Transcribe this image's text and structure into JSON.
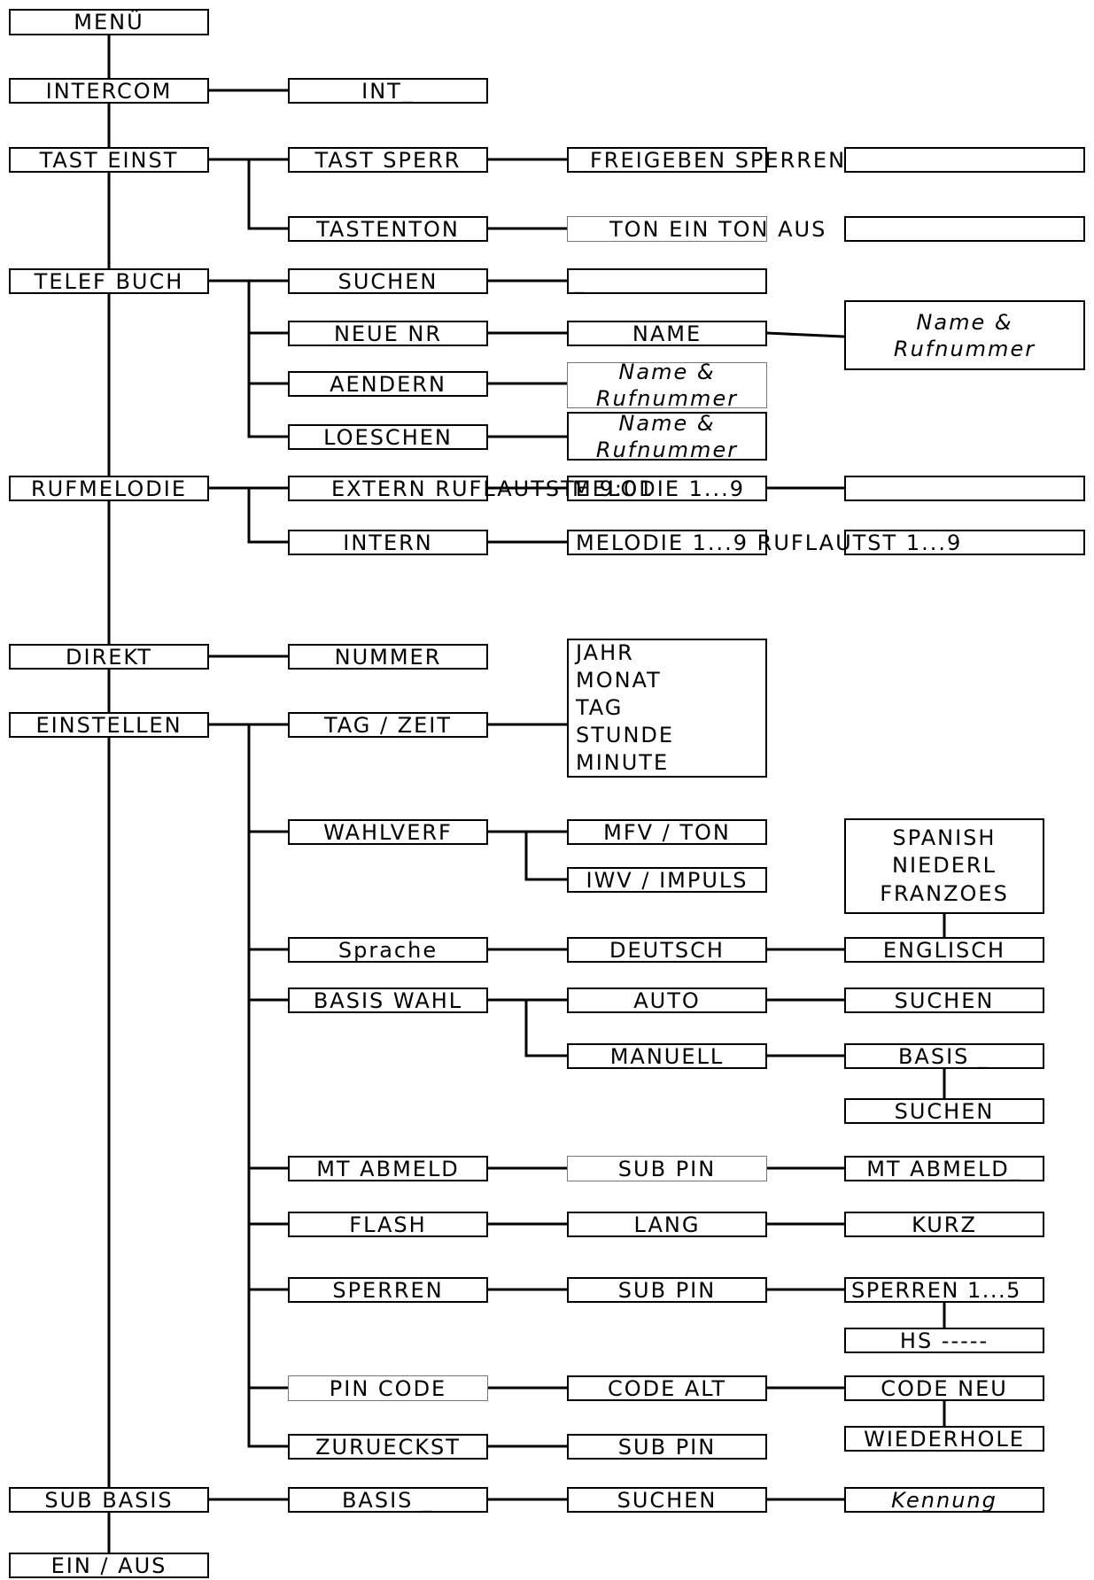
{
  "menu": {
    "root": "MENÜ",
    "intercom": {
      "label": "INTERCOM",
      "child": "INT_"
    },
    "tast_einst": {
      "label": "TAST EINST",
      "tast_sperr": {
        "label": "TAST SPERR",
        "value": "FREIGEBEN SPERREN"
      },
      "tastenton": {
        "label": "TASTENTON",
        "value": "TON  EIN TON  AUS"
      }
    },
    "telef_buch": {
      "label": "TELEF BUCH",
      "suchen": {
        "label": "SUCHEN",
        "value": "_"
      },
      "neue_nr": {
        "label": "NEUE  NR",
        "value": "NAME",
        "detail_line1": "Name &",
        "detail_line2": "Rufnummer"
      },
      "aendern": {
        "label": "AENDERN",
        "detail_line1": "Name &",
        "detail_line2": "Rufnummer"
      },
      "loeschen": {
        "label": "LOESCHEN",
        "detail_line1": "Name &",
        "detail_line2": "Rufnummer"
      }
    },
    "rufmelodie": {
      "label": "RUFMELODIE",
      "extern": {
        "label": "EXTERN RUFLAUTSTE 9:01",
        "value": "MELODIE 1...9"
      },
      "intern": {
        "label": "INTERN",
        "value": "MELODIE 1...9 RUFLAUTST 1...9"
      }
    },
    "direkt": {
      "label": "DIREKT",
      "child": "NUMMER"
    },
    "einstellen": {
      "label": "EINSTELLEN",
      "tag_zeit": {
        "label": "TAG / ZEIT",
        "fields": [
          "JAHR",
          "MONAT",
          "TAG",
          "STUNDE",
          "MINUTE"
        ]
      },
      "wahlverf": {
        "label": "WAHLVERF",
        "opt1": "MFV / TON",
        "opt2": "IWV / IMPULS"
      },
      "sprache": {
        "label": "Sprache",
        "value": "DEUTSCH",
        "selected": "ENGLISCH",
        "others": [
          "SPANISH",
          "NIEDERL",
          "FRANZOES"
        ]
      },
      "basis_wahl": {
        "label": "BASIS WAHL",
        "auto": "AUTO",
        "auto_next": "SUCHEN",
        "manuell": "MANUELL",
        "manuell_next": "BASIS _",
        "manuell_last": "SUCHEN"
      },
      "mt_abmeld": {
        "label": "MT ABMELD",
        "pin": "SUB PIN",
        "next": "MT ABMELD_"
      },
      "flash": {
        "label": "FLASH",
        "opt1": "LANG",
        "opt2": "KURZ"
      },
      "sperren": {
        "label": "SPERREN",
        "pin": "SUB PIN",
        "next": "SPERREN 1...5",
        "last": "HS -----"
      },
      "pin_code": {
        "label": "PIN  CODE",
        "old": "CODE  ALT",
        "new": "CODE  NEU",
        "repeat": "WIEDERHOLE"
      },
      "zurueckst": {
        "label": "ZURUECKST",
        "pin": "SUB  PIN"
      }
    },
    "sub_basis": {
      "label": "SUB  BASIS",
      "basis": "BASIS _",
      "suchen": "SUCHEN",
      "kennung": "Kennung"
    },
    "ein_aus": "EIN / AUS"
  }
}
